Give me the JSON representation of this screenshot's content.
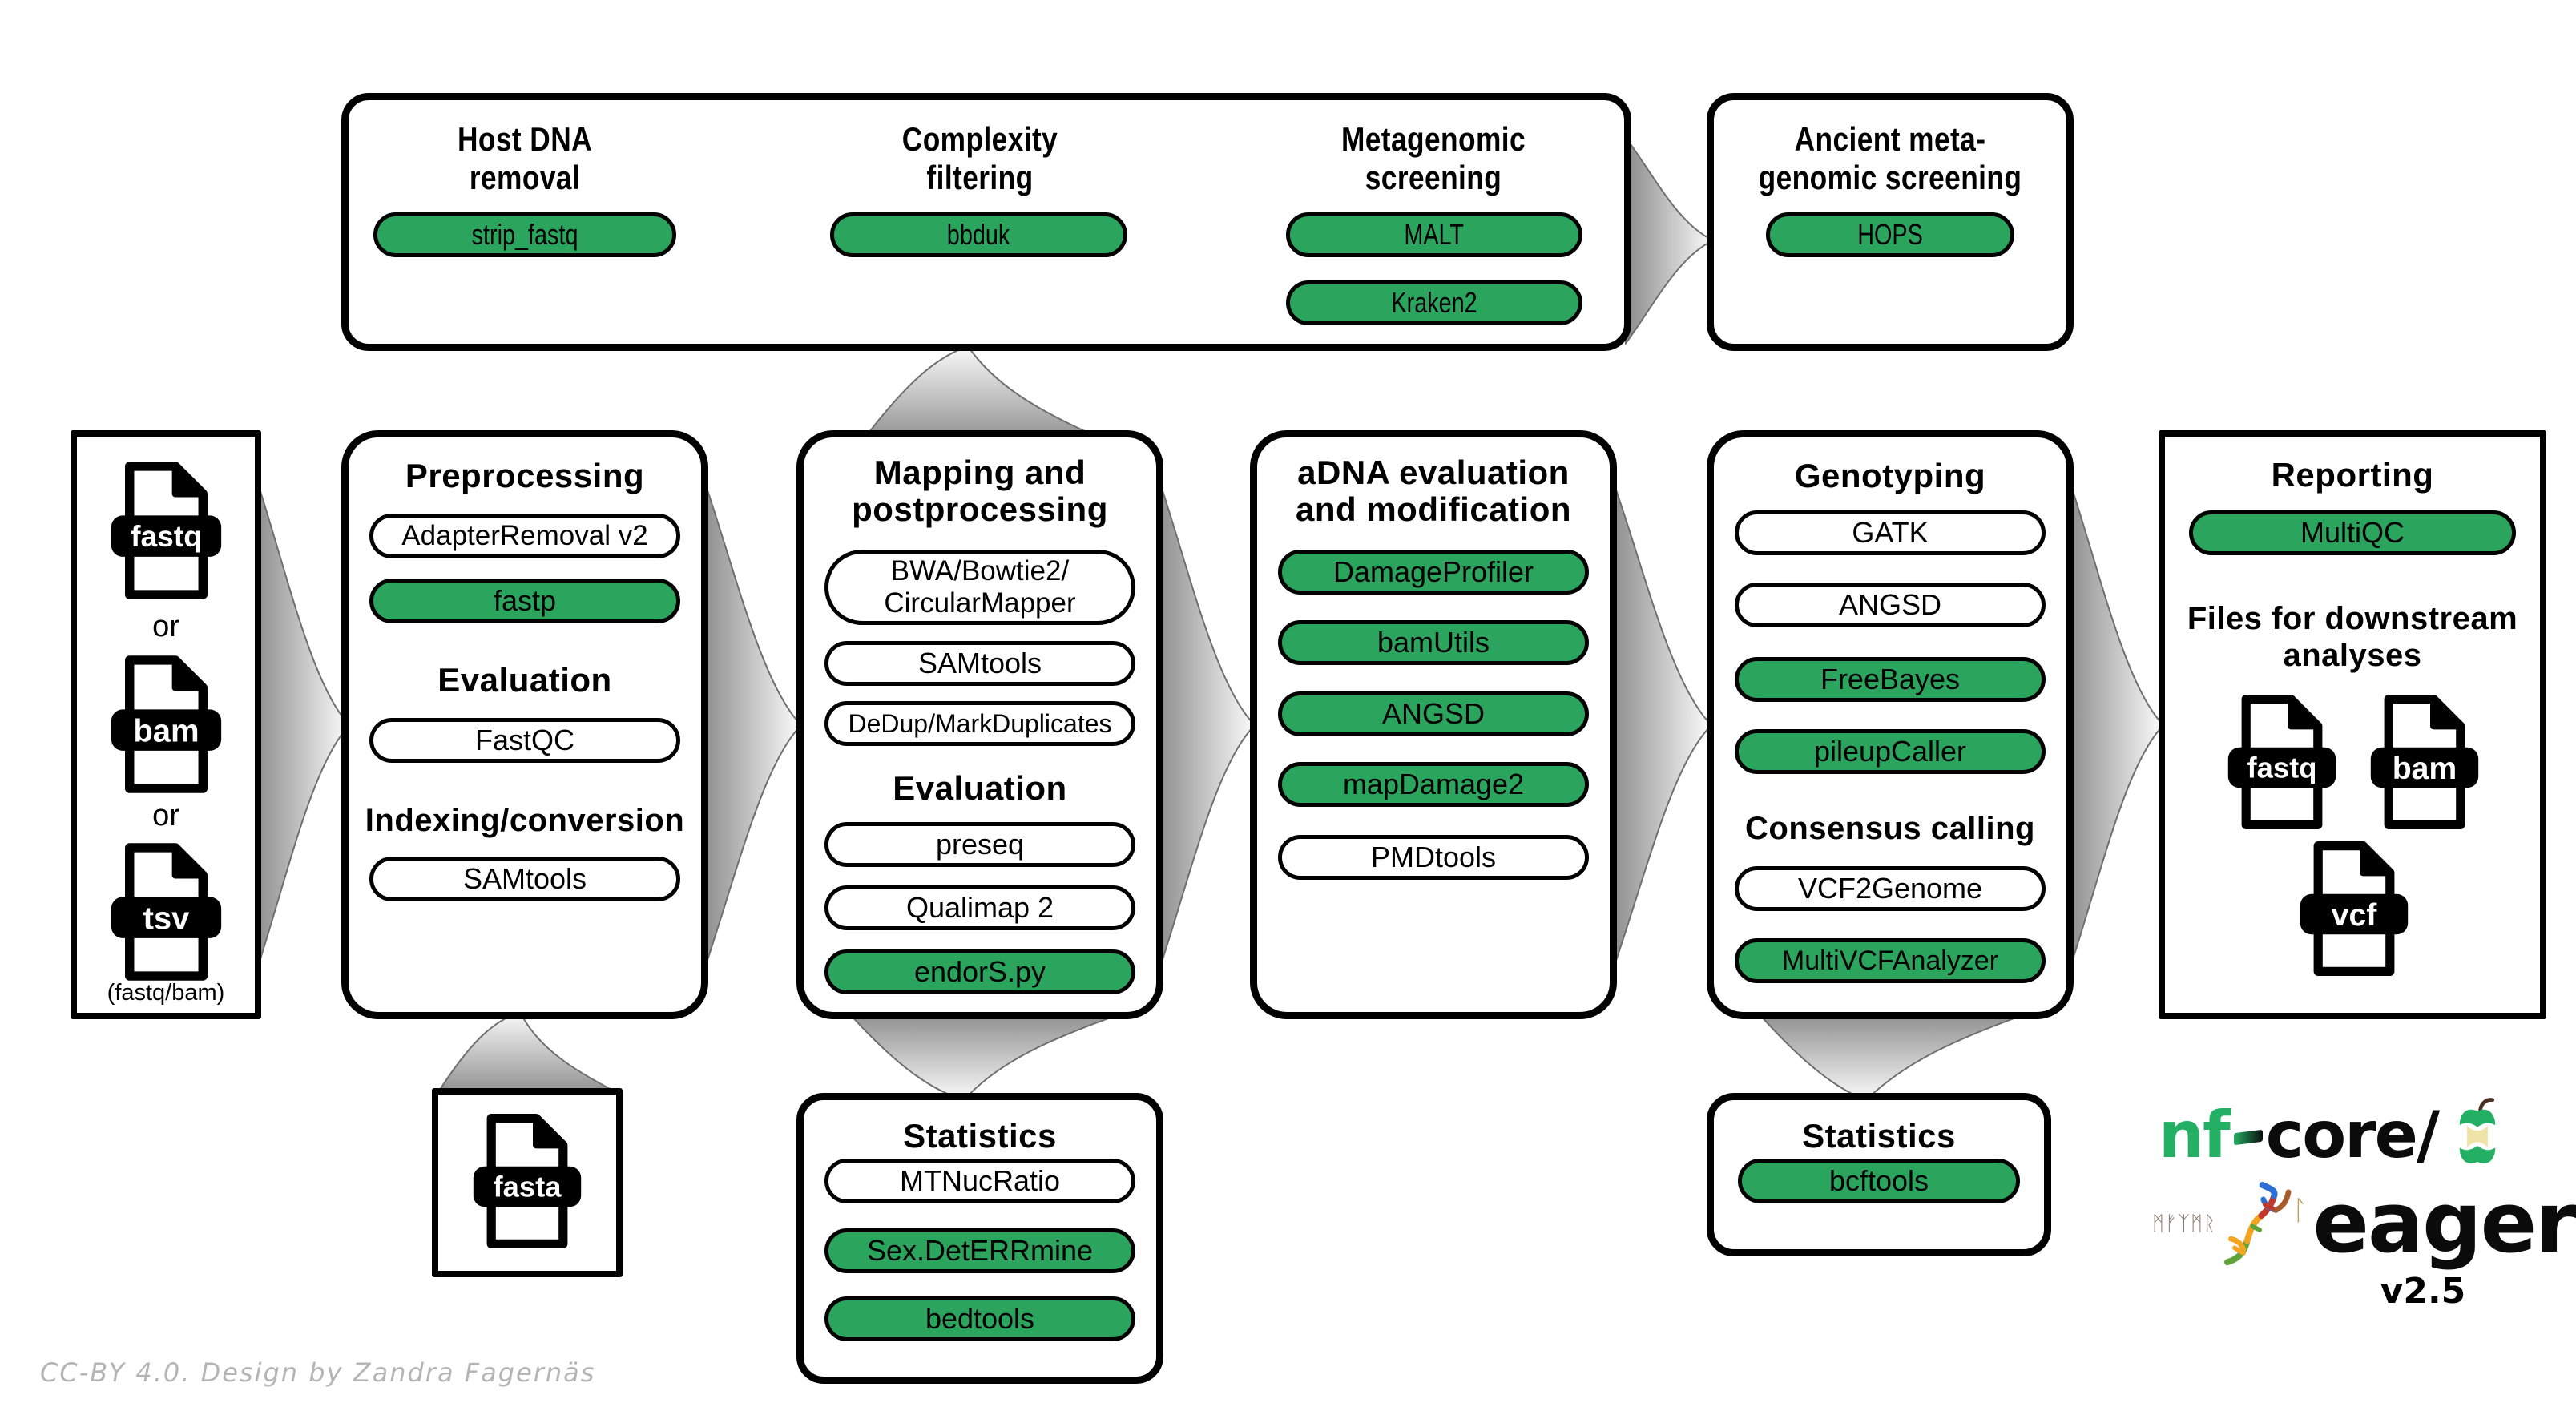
{
  "colors": {
    "green": "#2BA45E",
    "nf_green": "#24B064"
  },
  "top_flow": {
    "host": {
      "title_line1": "Host DNA",
      "title_line2": "removal",
      "pills": [
        {
          "label": "strip_fastq"
        }
      ]
    },
    "complexity": {
      "title_line1": "Complexity",
      "title_line2": "filtering",
      "pills": [
        {
          "label": "bbduk"
        }
      ]
    },
    "metagenomic": {
      "title_line1": "Metagenomic",
      "title_line2": "screening",
      "pills": [
        {
          "label": "MALT"
        },
        {
          "label": "Kraken2"
        }
      ]
    },
    "ancient": {
      "title_line1": "Ancient meta-",
      "title_line2": "genomic screening",
      "pills": [
        {
          "label": "HOPS"
        }
      ]
    }
  },
  "input": {
    "files": [
      {
        "label": "fastq"
      },
      {
        "label": "bam"
      },
      {
        "label": "tsv"
      }
    ],
    "or": "or",
    "note": "(fastq/bam)"
  },
  "preprocessing": {
    "title": "Preprocessing",
    "pill_adapterremoval": "AdapterRemoval v2",
    "pill_fastp": "fastp",
    "subtitle_evaluation": "Evaluation",
    "pill_fastqc": "FastQC",
    "subtitle_indexing": "Indexing/conversion",
    "pill_samtools": "SAMtools"
  },
  "mapping": {
    "title_line1": "Mapping and",
    "title_line2": "postprocessing",
    "pill_aligner_line1": "BWA/Bowtie2/",
    "pill_aligner_line2": "CircularMapper",
    "pill_samtools": "SAMtools",
    "pill_dedup": "DeDup/MarkDuplicates",
    "subtitle_evaluation": "Evaluation",
    "pill_preseq": "preseq",
    "pill_qualimap": "Qualimap 2",
    "pill_endors": "endorS.py"
  },
  "adna": {
    "title_line1": "aDNA evaluation",
    "title_line2": "and modification",
    "pill_damageprofiler": "DamageProfiler",
    "pill_bamutils": "bamUtils",
    "pill_angsd": "ANGSD",
    "pill_mapdamage": "mapDamage2",
    "pill_pmdtools": "PMDtools"
  },
  "genotyping": {
    "title": "Genotyping",
    "pill_gatk": "GATK",
    "pill_angsd": "ANGSD",
    "pill_freebayes": "FreeBayes",
    "pill_pileupcaller": "pileupCaller",
    "subtitle_consensus": "Consensus calling",
    "pill_vcf2genome": "VCF2Genome",
    "pill_multivcf": "MultiVCFAnalyzer"
  },
  "reporting": {
    "title": "Reporting",
    "pill_multiqc": "MultiQC",
    "files_title_line1": "Files for downstream",
    "files_title_line2": "analyses",
    "files": [
      {
        "label": "fastq"
      },
      {
        "label": "bam"
      },
      {
        "label": "vcf"
      }
    ]
  },
  "reference": {
    "file_label": "fasta"
  },
  "stats_mapping": {
    "title": "Statistics",
    "pill_mtnucratio": "MTNucRatio",
    "pill_sexdeterrmine": "Sex.DetERRmine",
    "pill_bedtools": "bedtools"
  },
  "stats_genotyping": {
    "title": "Statistics",
    "pill_bcftools": "bcftools"
  },
  "logo": {
    "nf": "nf",
    "core": "core/",
    "name": "eager",
    "version": "v2.5",
    "runes": "ᛗᚠᛉᛗᚱ",
    "rune_l": "ᛚ"
  },
  "credit": "CC-BY 4.0. Design by Zandra Fagernäs"
}
